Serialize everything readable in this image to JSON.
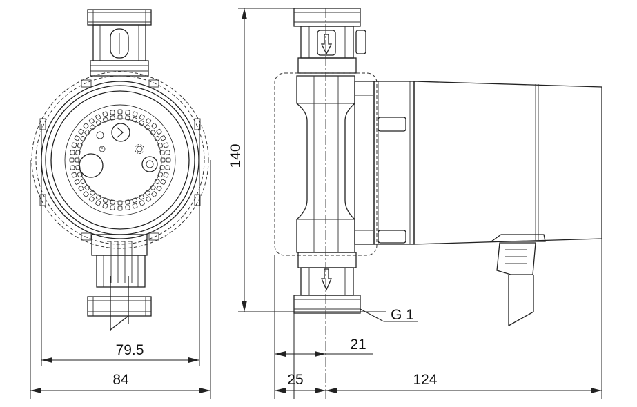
{
  "dimensions": {
    "width_inner": "79.5",
    "width_outer": "84",
    "height": "140",
    "thread": "G 1",
    "offset_21": "21",
    "offset_25": "25",
    "length_124": "124"
  },
  "colors": {
    "line": "#222222",
    "background": "#ffffff"
  }
}
